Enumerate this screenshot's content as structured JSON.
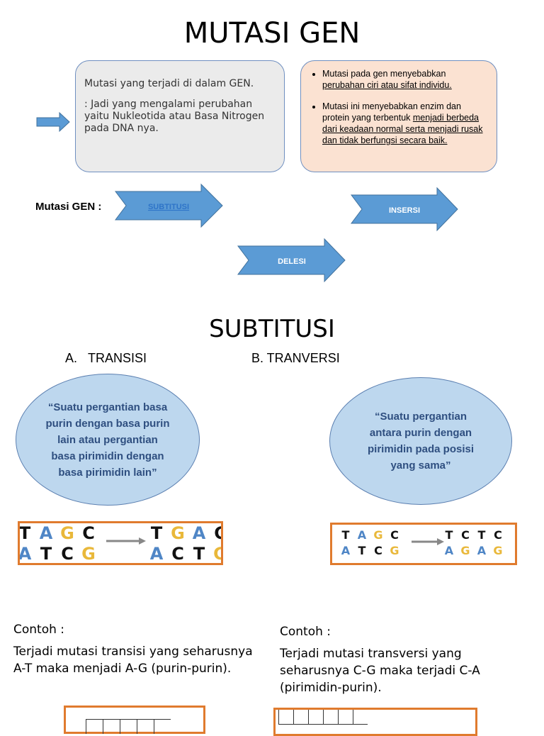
{
  "title": "MUTASI GEN",
  "definition": {
    "line1": "Mutasi yang terjadi di dalam GEN.",
    "line2": ": Jadi yang mengalami perubahan yaitu Nukleotida atau Basa Nitrogen pada DNA nya."
  },
  "effects": {
    "item1_plain": "Mutasi pada gen menyebabkan",
    "item1_underline": "perubahan ciri atau sifat individu.",
    "item2_plain": "Mutasi ini menyebabkan enzim dan protein yang terbentuk",
    "item2_underline": "menjadi berbeda dari keadaan normal serta menjadi rusak dan tidak berfungsi secara baik."
  },
  "types_label": "Mutasi GEN :",
  "types": {
    "subtitusi": "SUBTITUSI",
    "insersi": "INSERSI",
    "delesi": "DELESI"
  },
  "subtitusi_title": "SUBTITUSI",
  "transisi": {
    "heading_letter": "A.",
    "heading": "TRANSISI",
    "definition": "“Suatu pergantian basa purin dengan basa purin lain atau pergantian basa pirimidin dengan basa pirimidin lain”",
    "before": {
      "top": [
        "T",
        "A",
        "G",
        "C"
      ],
      "bottom": [
        "A",
        "T",
        "C",
        "G"
      ]
    },
    "after": {
      "top": [
        "T",
        "G",
        "A",
        "C"
      ],
      "bottom": [
        "A",
        "C",
        "T",
        "G"
      ]
    },
    "contoh_label": "Contoh :",
    "contoh_text": "Terjadi mutasi transisi yang seharusnya A-T maka menjadi A-G (purin-purin)."
  },
  "tranversi": {
    "heading": "B. TRANVERSI",
    "definition": "“Suatu pergantian antara purin dengan pirimidin pada posisi yang sama”",
    "before": {
      "top": [
        "T",
        "A",
        "G",
        "C"
      ],
      "bottom": [
        "A",
        "T",
        "C",
        "G"
      ]
    },
    "after": {
      "top": [
        "T",
        "C",
        "T",
        "C"
      ],
      "bottom": [
        "A",
        "G",
        "A",
        "G"
      ]
    },
    "contoh_label": "Contoh :",
    "contoh_text": "Terjadi mutasi transversi yang seharusnya C-G maka terjadi C-A (pirimidin-purin)."
  },
  "colors": {
    "arrow_blue": "#5b9bd5",
    "base_T": "#111111",
    "base_A": "#4f86c6",
    "base_G": "#e9b83a",
    "base_C": "#111111",
    "frame_orange": "#e07b2e",
    "link_blue": "#2e74c8"
  }
}
